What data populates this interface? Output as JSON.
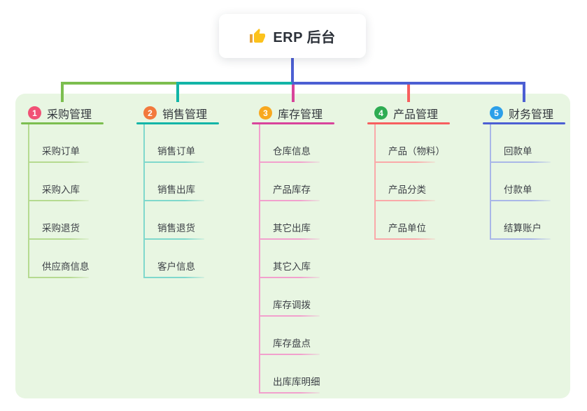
{
  "colors": {
    "background": "#ffffff",
    "panel": "#E8F6E2",
    "root_card": "#ffffff",
    "root_text": "#2B3038",
    "title_text": "#33373D",
    "child_text": "#3D4147",
    "stem": "#4C5FD3",
    "thumb_yellow": "#FCC21C",
    "thumb_cuff": "#E8A33D"
  },
  "root": {
    "label": "ERP 后台",
    "icon": "thumbs-up-icon"
  },
  "branches": [
    {
      "index": "1",
      "title": "采购管理",
      "badge_color": "#F15175",
      "line_color": "#7CBE4F",
      "sub_line_color": "#B5DA90",
      "children": [
        "采购订单",
        "采购入库",
        "采购退货",
        "供应商信息"
      ]
    },
    {
      "index": "2",
      "title": "销售管理",
      "badge_color": "#F2793D",
      "line_color": "#12B5A7",
      "sub_line_color": "#7FD8CC",
      "children": [
        "销售订单",
        "销售出库",
        "销售退货",
        "客户信息"
      ]
    },
    {
      "index": "3",
      "title": "库存管理",
      "badge_color": "#F8A81F",
      "line_color": "#D8449B",
      "sub_line_color": "#F2A0CD",
      "children": [
        "仓库信息",
        "产品库存",
        "其它出库",
        "其它入库",
        "库存调拨",
        "库存盘点",
        "出库库明细"
      ]
    },
    {
      "index": "4",
      "title": "产品管理",
      "badge_color": "#2EAC52",
      "line_color": "#F75F5F",
      "sub_line_color": "#FAA9A9",
      "children": [
        "产品（物料）",
        "产品分类",
        "产品单位"
      ]
    },
    {
      "index": "5",
      "title": "财务管理",
      "badge_color": "#2C9FE9",
      "line_color": "#4C5FD3",
      "sub_line_color": "#A9B7E8",
      "children": [
        "回款单",
        "付款单",
        "结算账户"
      ]
    }
  ]
}
